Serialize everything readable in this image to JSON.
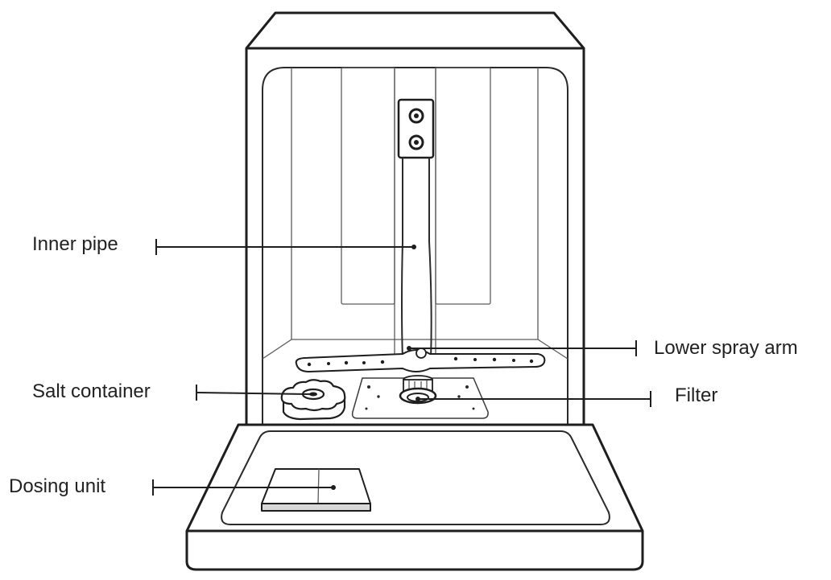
{
  "labels": {
    "inner_pipe": "Inner pipe",
    "lower_spray_arm": "Lower spray arm",
    "salt_container": "Salt container",
    "filter": "Filter",
    "dosing_unit": "Dosing unit"
  },
  "colors": {
    "line": "#1e1e1e",
    "text": "#222222",
    "background": "#ffffff"
  }
}
